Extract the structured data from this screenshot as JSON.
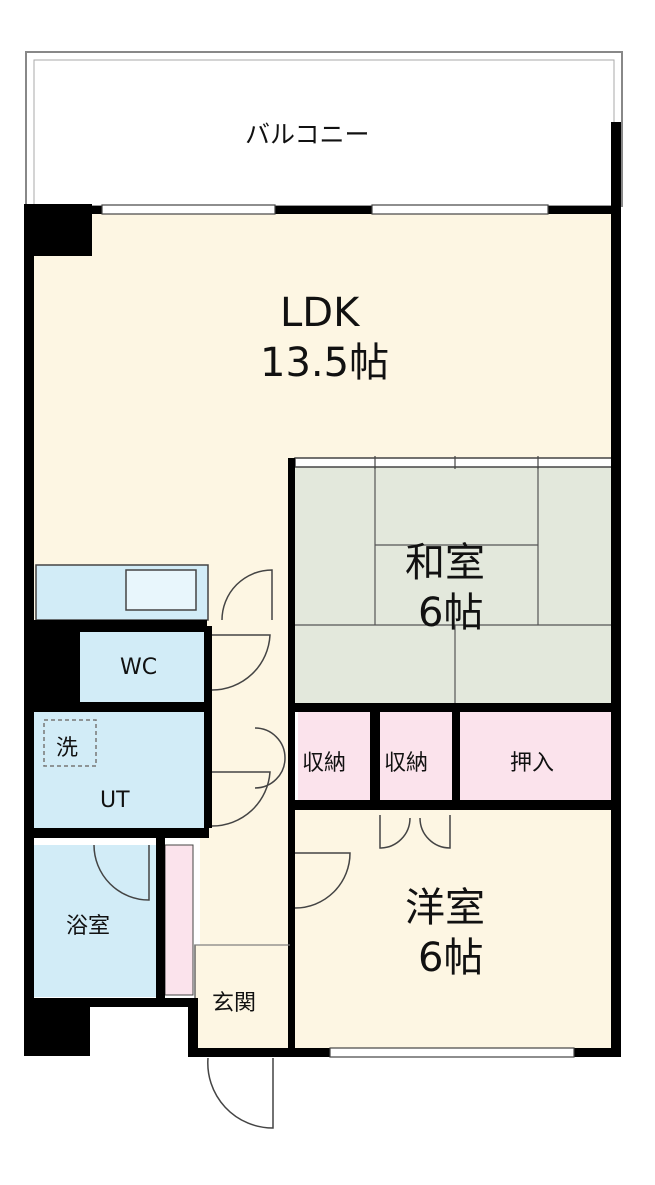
{
  "colors": {
    "wall": "#000000",
    "ldk": "#fdf6e3",
    "washitsu": "#e3e8dc",
    "wet": "#d2ecf7",
    "storage": "#fbe3ec",
    "balcony": "#ffffff",
    "line": "#555555"
  },
  "rooms": {
    "balcony": {
      "name": "バルコニー"
    },
    "ldk": {
      "name": "LDK",
      "size": "13.5帖"
    },
    "washitsu": {
      "name": "和室",
      "size": "6帖"
    },
    "youshitsu": {
      "name": "洋室",
      "size": "6帖"
    },
    "wc": {
      "name": "WC"
    },
    "ut": {
      "name": "UT"
    },
    "washer": {
      "name": "洗"
    },
    "bath": {
      "name": "浴室"
    },
    "entrance": {
      "name": "玄関"
    },
    "storage1": {
      "name": "収納"
    },
    "storage2": {
      "name": "収納"
    },
    "oshiire": {
      "name": "押入"
    }
  }
}
